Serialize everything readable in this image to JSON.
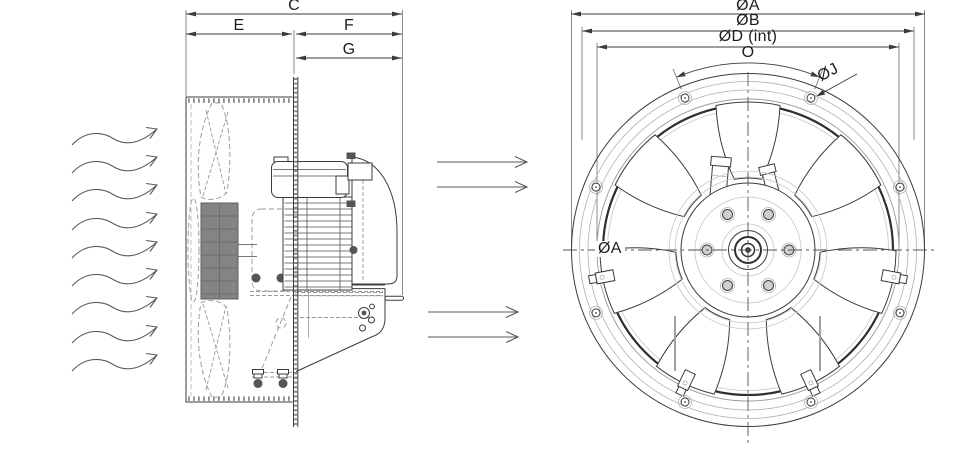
{
  "drawing": {
    "side_view": {
      "dim_labels": {
        "c": "C",
        "e": "E",
        "f": "F",
        "g": "G"
      }
    },
    "front_view": {
      "dim_labels": {
        "a": "ØA",
        "b": "ØB",
        "d": "ØD (int)",
        "o": "O",
        "j": "ØJ"
      },
      "centerline_label": "ØA"
    },
    "colors": {
      "line": "#3b3b3b",
      "hidden": "#9d9d9d",
      "background": "#ffffff"
    }
  }
}
